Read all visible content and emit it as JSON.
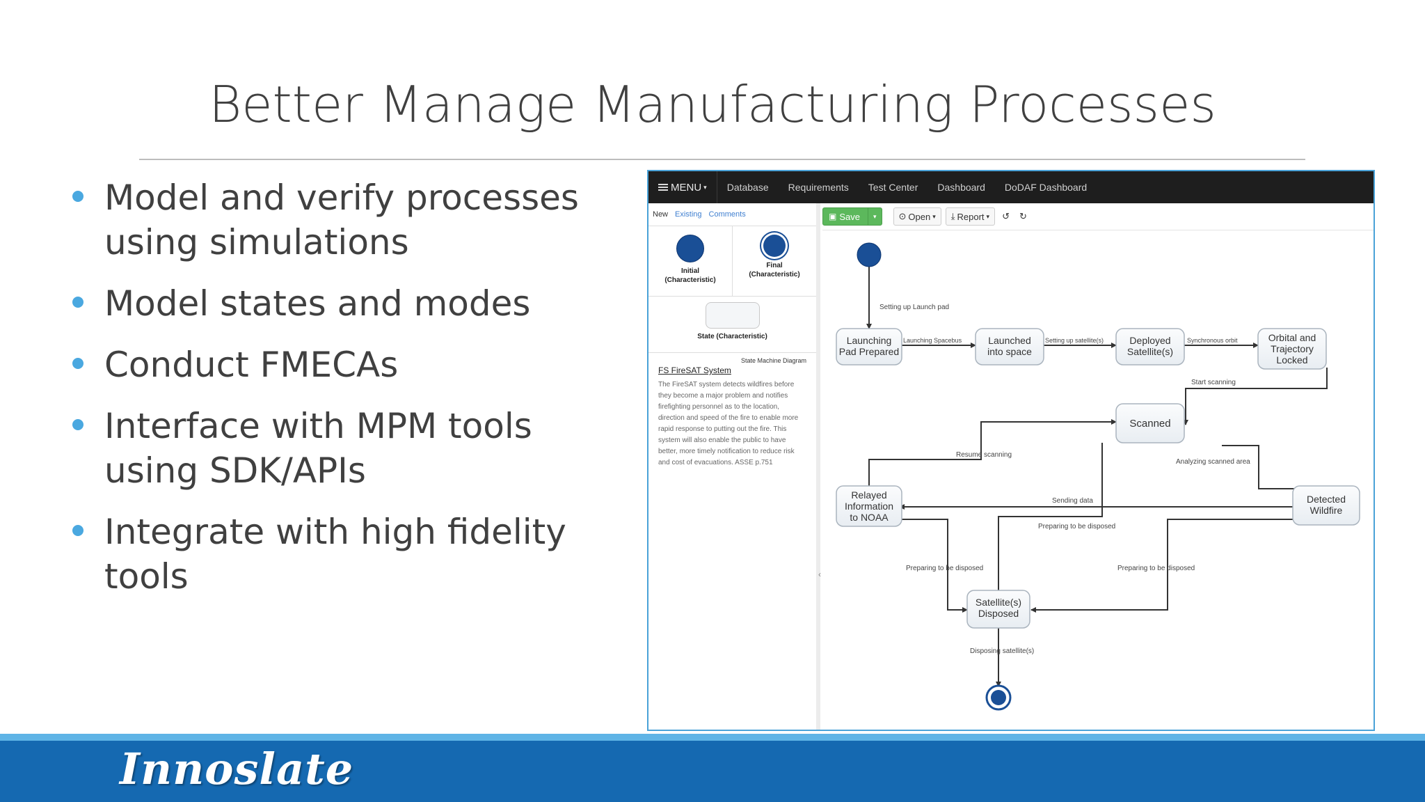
{
  "slide": {
    "title": "Better Manage Manufacturing Processes",
    "bullets": [
      "Model and verify processes using simulations",
      "Model states and modes",
      "Conduct FMECAs",
      "Interface with MPM tools using SDK/APIs",
      "Integrate with high fidelity tools"
    ],
    "logo": "Innoslate",
    "colors": {
      "accent": "#4aa8e0",
      "footer": "#1569b1",
      "footer_stripe": "#5fb4e6"
    }
  },
  "app": {
    "nav": {
      "menu_label": "MENU",
      "items": [
        "Database",
        "Requirements",
        "Test Center",
        "Dashboard",
        "DoDAF Dashboard"
      ]
    },
    "sidebar": {
      "tabs": {
        "new": "New",
        "existing": "Existing",
        "comments": "Comments"
      },
      "palette": {
        "initial_label_1": "Initial",
        "initial_label_2": "(Characteristic)",
        "final_label_1": "Final",
        "final_label_2": "(Characteristic)",
        "state_label": "State (Characteristic)"
      },
      "diagram_type": "State Machine Diagram",
      "entity_link": "FS FireSAT System",
      "description": "The FireSAT system detects wildfires before they become a major problem and notifies firefighting personnel as to the location, direction and speed of the fire to enable more rapid response to putting out the fire. This system will also enable the public to have better, more timely notification to reduce risk and cost of evacuations. ASSE p.751"
    },
    "toolbar": {
      "save": "Save",
      "open": "Open",
      "report": "Report"
    },
    "diagram": {
      "states": {
        "launching": [
          "Launching",
          "Pad Prepared"
        ],
        "launched": [
          "Launched",
          "into space"
        ],
        "deployed": [
          "Deployed",
          "Satellite(s)"
        ],
        "orbital": [
          "Orbital and",
          "Trajectory",
          "Locked"
        ],
        "scanned": [
          "Scanned"
        ],
        "relayed": [
          "Relayed",
          "Information",
          "to NOAA"
        ],
        "detected": [
          "Detected",
          "Wildfire"
        ],
        "disposed": [
          "Satellite(s)",
          "Disposed"
        ]
      },
      "transitions": {
        "setup_pad": "Setting up Launch pad",
        "launching_spacebus": "Launching Spacebus",
        "setting_up_sats": "Setting up satellite(s)",
        "sync_orbit": "Synchronous orbit",
        "start_scanning": "Start scanning",
        "resume_scanning": "Resume scanning",
        "analyzing": "Analyzing scanned area",
        "sending_data": "Sending data",
        "prep_dispose_center": "Preparing to be disposed",
        "prep_dispose_left": "Preparing to be disposed",
        "prep_dispose_right": "Preparing to be disposed",
        "disposing": "Disposing satellite(s)"
      }
    }
  }
}
